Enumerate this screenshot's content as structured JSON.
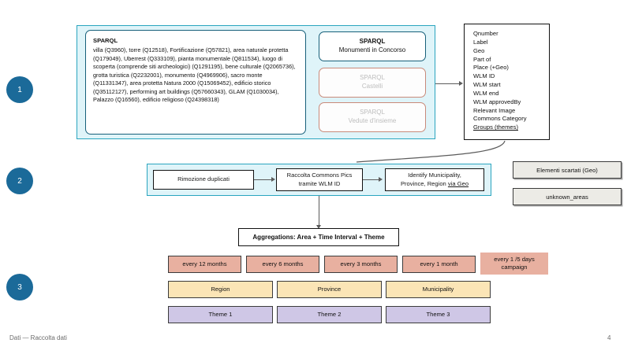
{
  "slide": {
    "footer_left": "Dati — Raccolta dati",
    "page_number": "4",
    "accent_color": "#1b6a99",
    "panel_color": "#dff4f9",
    "salmon_color": "#e8b0a0",
    "yellow_color": "#fbe5b6",
    "purple_color": "#cfc7e6",
    "grey_color": "#ecebe6"
  },
  "steps": [
    {
      "label": "1"
    },
    {
      "label": "2"
    },
    {
      "label": "3"
    }
  ],
  "section1": {
    "sparql_query_box": {
      "header": "SPARQL",
      "body": "villa (Q3960), torre (Q12518), Fortificazione (Q57821), area naturale protetta (Q179049), Uberrest (Q333109), pianta monumentale (Q811534), luogo di scoperta (comprende siti archeologici) (Q1291195), bene culturale (Q2065736), grotta turistica (Q2232001), monumento (Q4969906), sacro monte (Q11331347), area protetta Natura 2000 (Q15069452), edificio storico (Q35112127), performing art buildings (Q57660343), GLAM (Q1030034), Palazzo (Q16560), edificio religioso (Q24398318)"
    },
    "sparql_variants": [
      {
        "title": "SPARQL",
        "subtitle": "Monumenti in Concorso",
        "state": "active"
      },
      {
        "title": "SPARQL",
        "subtitle": "Castelli",
        "state": "disabled"
      },
      {
        "title": "SPARQL",
        "subtitle": "Vedute d'insieme",
        "state": "disabled"
      }
    ],
    "fields_box": {
      "items": [
        {
          "label": "Qnumber",
          "underline": false
        },
        {
          "label": "Label",
          "underline": false
        },
        {
          "label": "Geo",
          "underline": false
        },
        {
          "label": "Part of",
          "underline": false
        },
        {
          "label": "Place (+Geo)",
          "underline": false
        },
        {
          "label": "WLM ID",
          "underline": false
        },
        {
          "label": "WLM start",
          "underline": false
        },
        {
          "label": "WLM end",
          "underline": false
        },
        {
          "label": "WLM approvedBy",
          "underline": false
        },
        {
          "label": "Relevant Image",
          "underline": false
        },
        {
          "label": "Commons Category",
          "underline": false
        },
        {
          "label": "Groups (themes)",
          "underline": true
        }
      ]
    }
  },
  "section2": {
    "pipeline": [
      {
        "line1": "Rimozione duplicati",
        "line2": "",
        "underline": ""
      },
      {
        "line1": "Raccolta Commons Pics",
        "line2": "tramite WLM ID",
        "underline": ""
      },
      {
        "line1": "Identify Municipality,",
        "line2": "Province, Region ",
        "underline": "via Geo"
      }
    ],
    "side_boxes": [
      {
        "label": "Elementi scartati (Geo)"
      },
      {
        "label": "unknown_areas"
      }
    ]
  },
  "section3": {
    "aggregations_label": "Aggregations: Area + Time Interval + Theme",
    "time_intervals": [
      {
        "line1": "every 12 months",
        "line2": "",
        "bordered": true
      },
      {
        "line1": "every 6 months",
        "line2": "",
        "bordered": true
      },
      {
        "line1": "every 3 months",
        "line2": "",
        "bordered": true
      },
      {
        "line1": "every 1 month",
        "line2": "",
        "bordered": true
      },
      {
        "line1": "every 1 /5 days",
        "line2": "campaign",
        "bordered": false
      }
    ],
    "areas": [
      {
        "label": "Region"
      },
      {
        "label": "Province"
      },
      {
        "label": "Municipality"
      }
    ],
    "themes": [
      {
        "label": "Theme 1"
      },
      {
        "label": "Theme 2"
      },
      {
        "label": "Theme 3"
      }
    ]
  }
}
